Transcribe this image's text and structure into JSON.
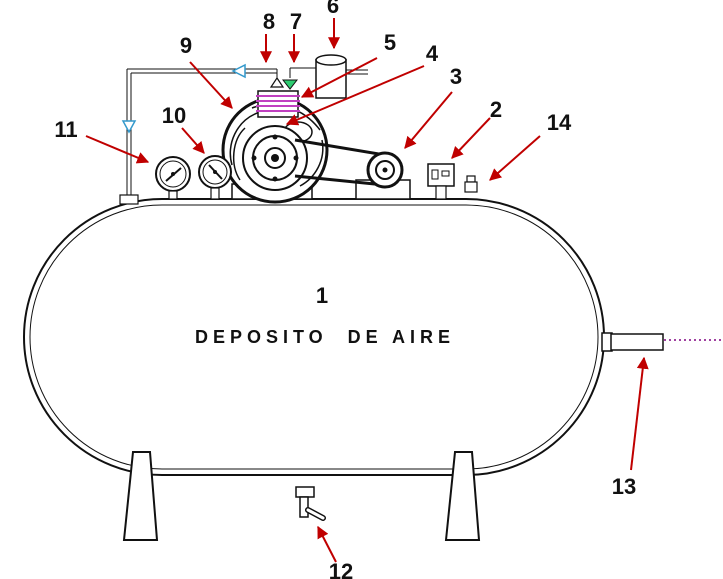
{
  "diagram": {
    "tank_number": "1",
    "tank_label": "DEPOSITO  DE AIRE",
    "callouts": [
      "2",
      "3",
      "4",
      "5",
      "6",
      "7",
      "8",
      "9",
      "10",
      "11",
      "12",
      "13",
      "14"
    ],
    "colors": {
      "arrow": "#c00000",
      "intake_valve": "#2ecc71",
      "pipe_valve": "#5dade2",
      "cylinder_head_fins": "#c040c0",
      "outlet_line": "#a040a0"
    }
  }
}
